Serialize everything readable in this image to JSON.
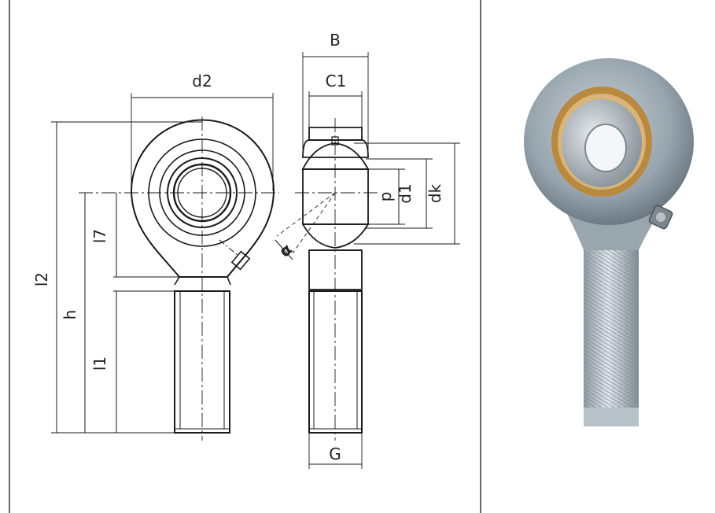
{
  "labels": {
    "B": "B",
    "C1": "C1",
    "d2": "d2",
    "d": "d",
    "d1": "d1",
    "dk": "dk",
    "l2": "l2",
    "h": "h",
    "l7": "l7",
    "l1": "l1",
    "G": "G",
    "alpha": "α"
  },
  "colors": {
    "line": "#1a1a1a",
    "hatch": "#333333",
    "bronze": "#b8893f",
    "steel": "#9aa5ad",
    "thread": "#c8d0d6"
  },
  "icons": {
    "product_photo": "rod-end-bearing-photo"
  }
}
